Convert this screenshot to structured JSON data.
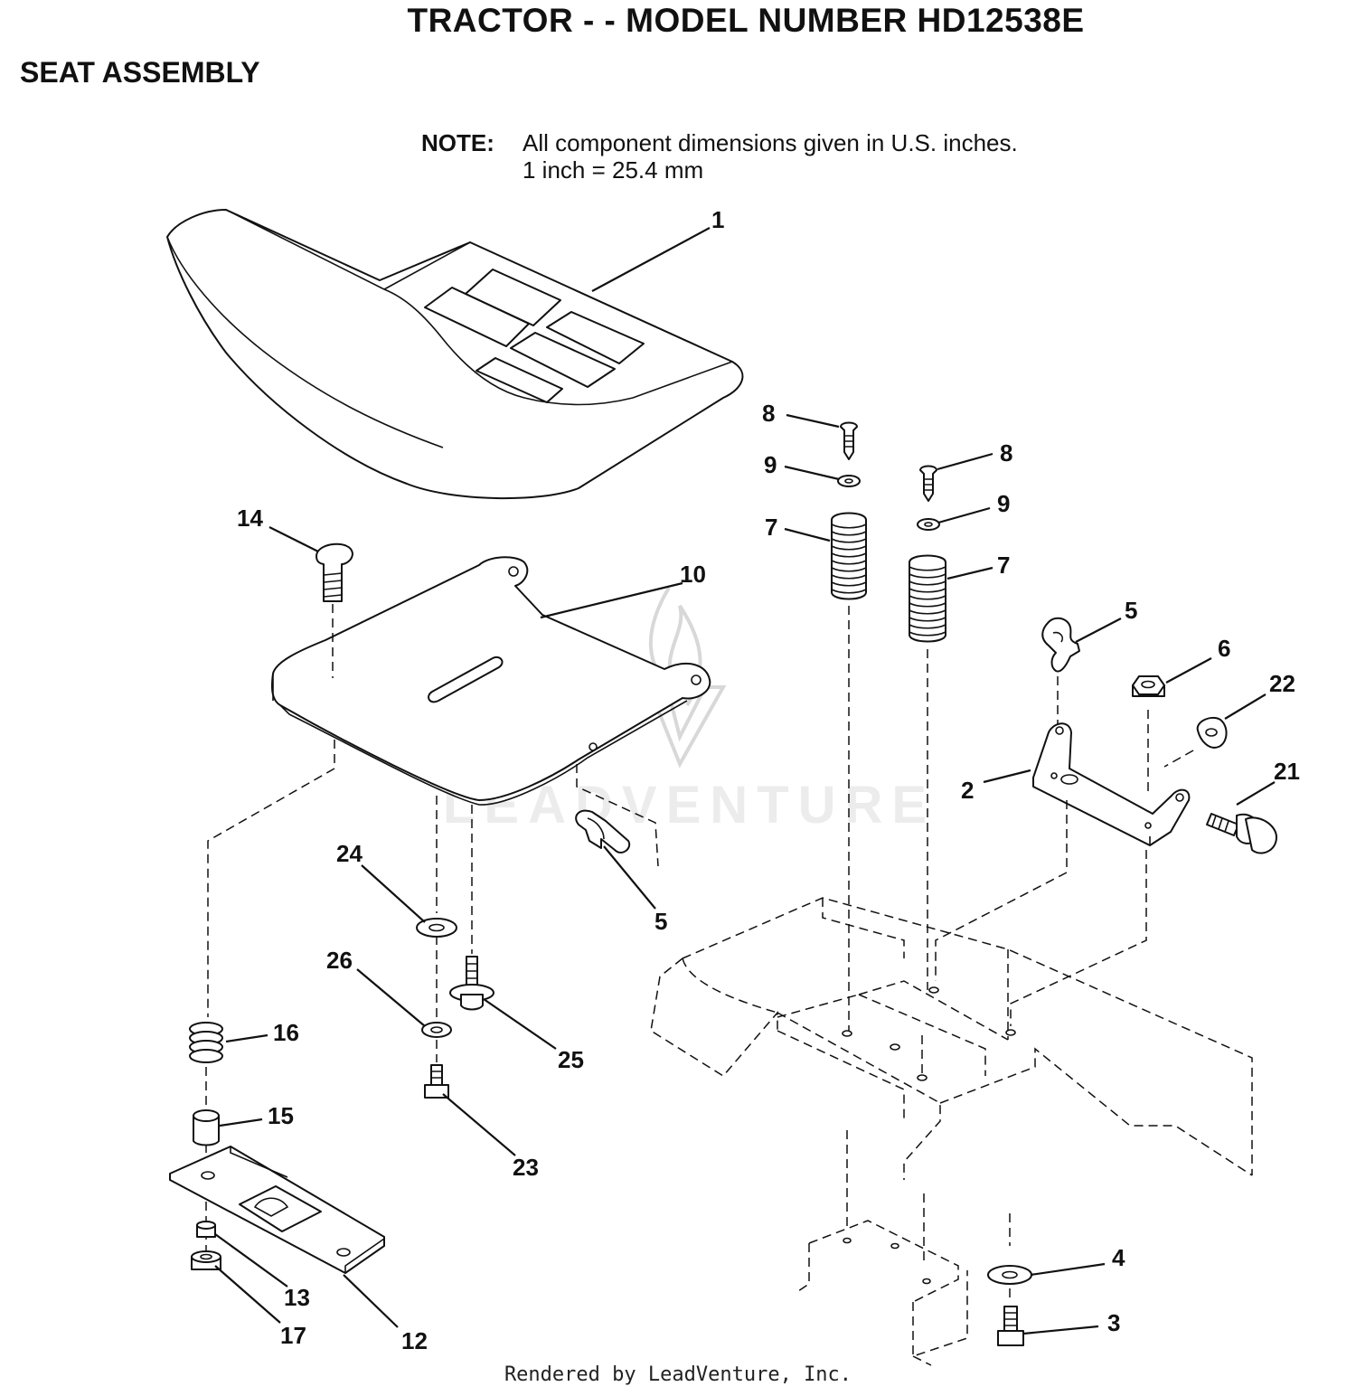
{
  "header": {
    "title": "TRACTOR - - MODEL NUMBER HD12538E",
    "subtitle": "SEAT ASSEMBLY"
  },
  "note": {
    "label": "NOTE:",
    "line1": "All component dimensions given in U.S. inches.",
    "line2": "1 inch = 25.4 mm"
  },
  "watermark": "LEADVENTURE",
  "footer": "Rendered by LeadVenture, Inc.",
  "callouts": {
    "c1": "1",
    "c2": "2",
    "c3": "3",
    "c4": "4",
    "c5a": "5",
    "c5b": "5",
    "c6": "6",
    "c7a": "7",
    "c7b": "7",
    "c8a": "8",
    "c8b": "8",
    "c9a": "9",
    "c9b": "9",
    "c10": "10",
    "c12": "12",
    "c13": "13",
    "c14": "14",
    "c15": "15",
    "c16": "16",
    "c17": "17",
    "c21": "21",
    "c22": "22",
    "c23": "23",
    "c24": "24",
    "c25": "25",
    "c26": "26"
  }
}
